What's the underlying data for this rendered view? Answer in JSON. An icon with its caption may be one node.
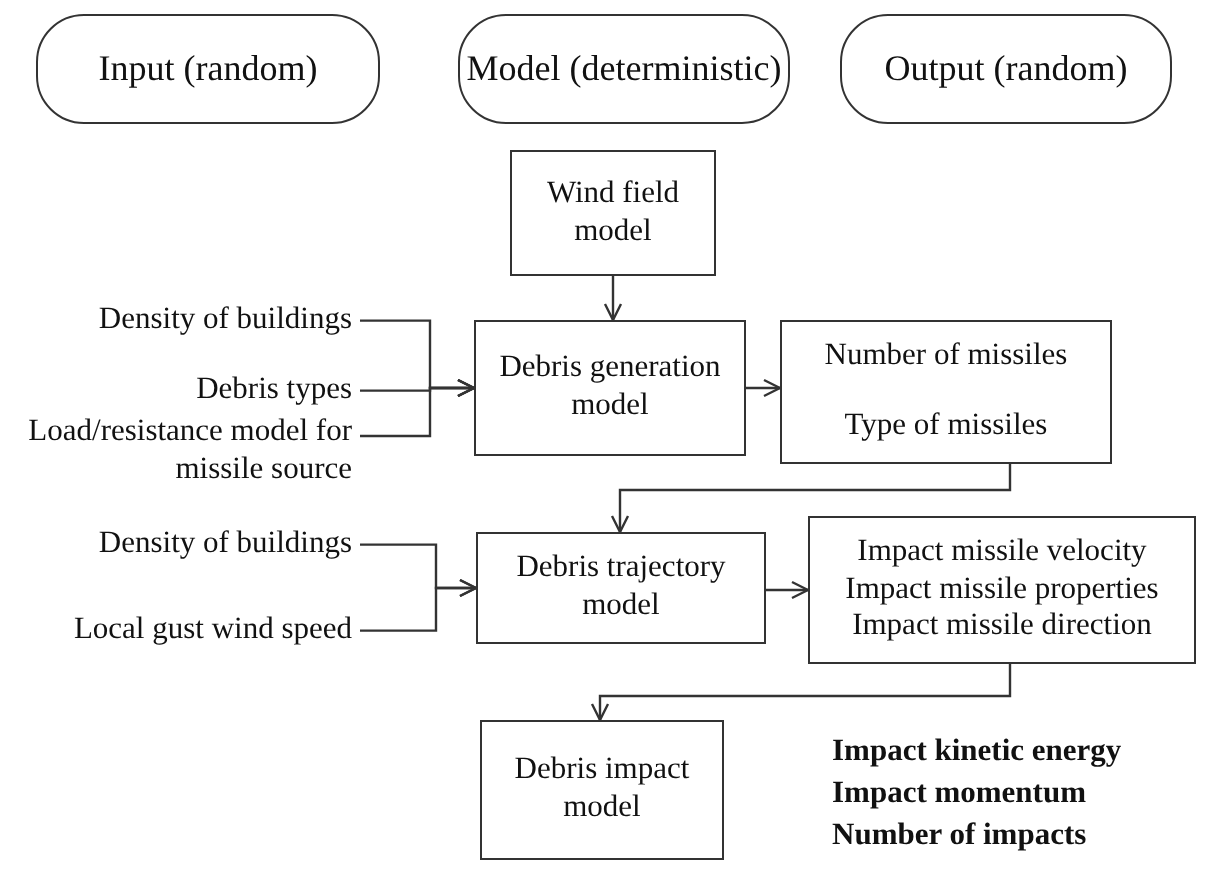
{
  "diagram": {
    "nodes": [
      {
        "text": [
          "Input (random)"
        ]
      },
      {
        "text": [
          "Model (deterministic)"
        ]
      },
      {
        "text": [
          "Output (random)"
        ]
      },
      {
        "text": [
          "Wind field model"
        ]
      },
      {
        "text": [
          "Density of buildings"
        ]
      },
      {
        "text": [
          "Debris types"
        ]
      },
      {
        "text": [
          "Load/resistance model for missile source"
        ]
      },
      {
        "text": [
          "Debris generation model"
        ]
      },
      {
        "text": [
          "Number of missiles",
          "Type of missiles"
        ]
      },
      {
        "text": [
          "Density of buildings"
        ]
      },
      {
        "text": [
          "Local gust wind speed"
        ]
      },
      {
        "text": [
          "Debris trajectory model"
        ]
      },
      {
        "text": [
          "Impact missile velocity",
          "Impact missile properties",
          "Impact missile direction"
        ]
      },
      {
        "text": [
          "Debris impact model"
        ]
      }
    ],
    "edges": [
      {
        "from": 3,
        "to": 7,
        "arrow": "to"
      },
      {
        "from": 4,
        "to": 7,
        "arrow": "to"
      },
      {
        "from": 5,
        "to": 7,
        "arrow": "to"
      },
      {
        "from": 6,
        "to": 7,
        "arrow": "to"
      },
      {
        "from": 7,
        "to": 8,
        "arrow": "to"
      },
      {
        "from": 8,
        "to": 11,
        "arrow": "to"
      },
      {
        "from": 9,
        "to": 11,
        "arrow": "to"
      },
      {
        "from": 10,
        "to": 11,
        "arrow": "to"
      },
      {
        "from": 11,
        "to": 12,
        "arrow": "to"
      },
      {
        "from": 12,
        "to": 13,
        "arrow": "to"
      }
    ],
    "labels": [
      "Impact kinetic energy",
      "Impact momentum",
      "Number of impacts"
    ]
  }
}
